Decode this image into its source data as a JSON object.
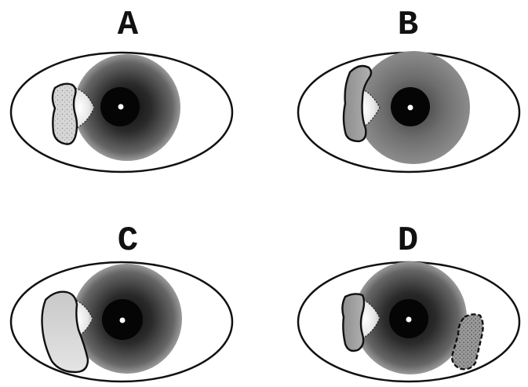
{
  "panels": [
    {
      "label": "A"
    },
    {
      "label": "B"
    },
    {
      "label": "C"
    },
    {
      "label": "D"
    }
  ],
  "colors": {
    "outline": "#111111",
    "pupil": "#050505",
    "highlight": "#ffffff",
    "iris_dark": "#1a1a1a",
    "iris_mid": "#6a6a6a",
    "iris_light": "#c8c8c8",
    "patch_light": "#d8d8d8",
    "patch_medium": "#9a9a9a"
  }
}
